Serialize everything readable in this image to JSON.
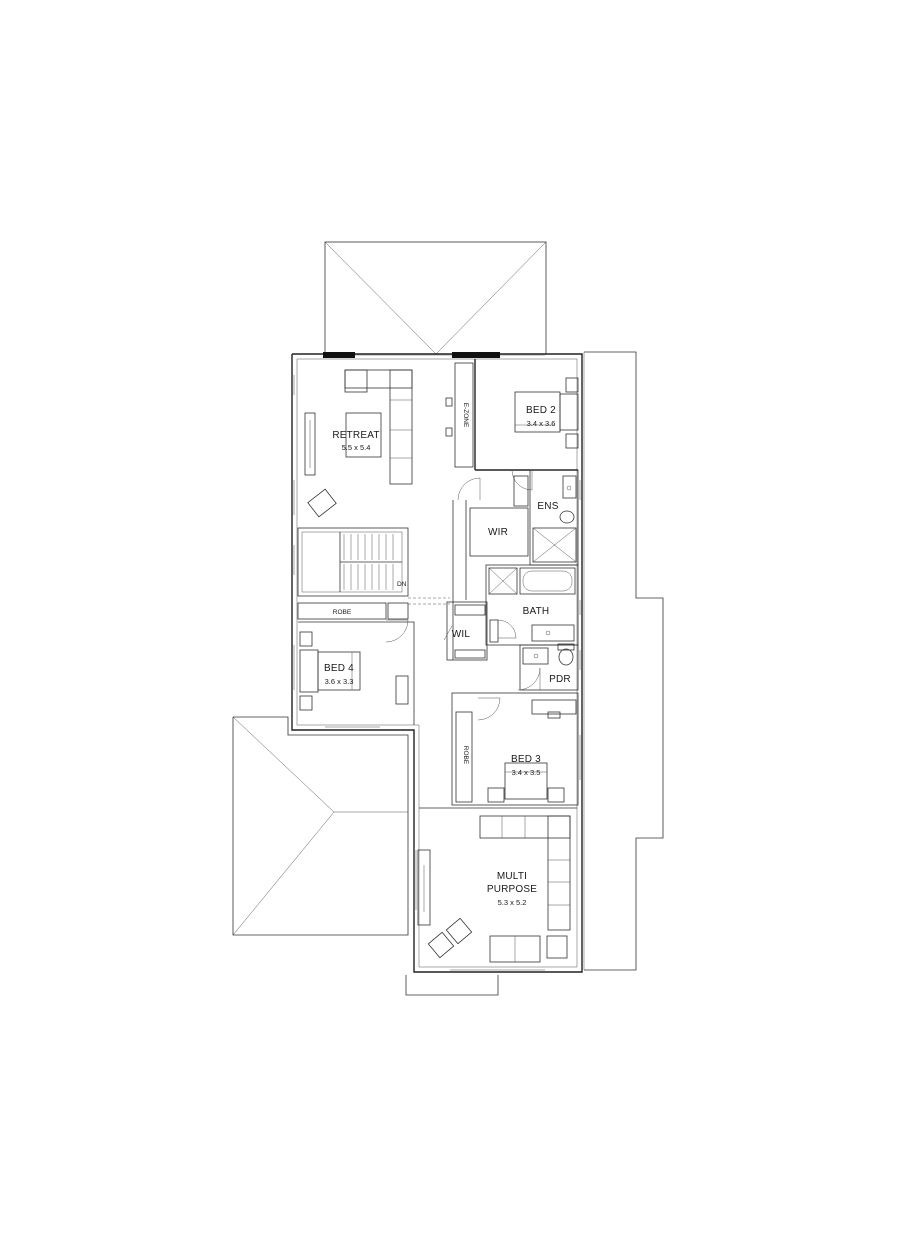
{
  "rooms": {
    "retreat": {
      "name": "RETREAT",
      "size": "5.5 x 5.4"
    },
    "ezone": {
      "name": "E-ZONE"
    },
    "bed2": {
      "name": "BED 2",
      "size": "3.4 x 3.6"
    },
    "ens": {
      "name": "ENS"
    },
    "wir": {
      "name": "WIR"
    },
    "bath": {
      "name": "BATH"
    },
    "wil": {
      "name": "WIL"
    },
    "pdr": {
      "name": "PDR"
    },
    "robe_top": {
      "name": "ROBE"
    },
    "bed4": {
      "name": "BED 4",
      "size": "3.6 x 3.3"
    },
    "robe_bed3": {
      "name": "ROBE"
    },
    "bed3": {
      "name": "BED 3",
      "size": "3.4 x 3.5"
    },
    "multipurpose": {
      "name_line1": "MULTI",
      "name_line2": "PURPOSE",
      "size": "5.3 x 5.2"
    }
  },
  "stair_label": "DN"
}
